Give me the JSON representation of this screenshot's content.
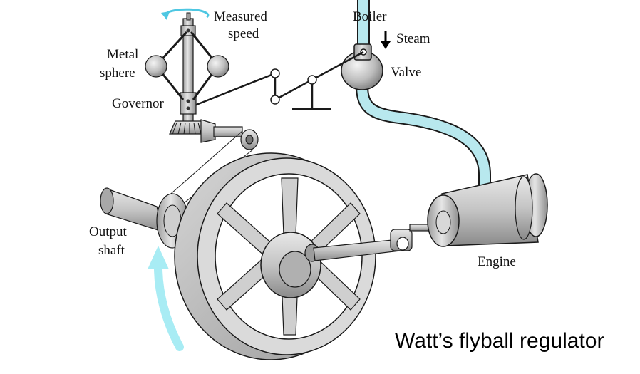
{
  "labels": {
    "measured_speed_1": "Measured",
    "measured_speed_2": "speed",
    "boiler": "Boiler",
    "steam": "Steam",
    "valve": "Valve",
    "metal_sphere_1": "Metal",
    "metal_sphere_2": "sphere",
    "governor": "Governor",
    "output_shaft_1": "Output",
    "output_shaft_2": "shaft",
    "engine": "Engine"
  },
  "title": "Watt’s flyball regulator",
  "colors": {
    "steam_pipe": "#b8e8ee",
    "rotation_arrow": "#a8ecf4",
    "metal": "#c9c9c9",
    "outline": "#1a1a1a"
  }
}
